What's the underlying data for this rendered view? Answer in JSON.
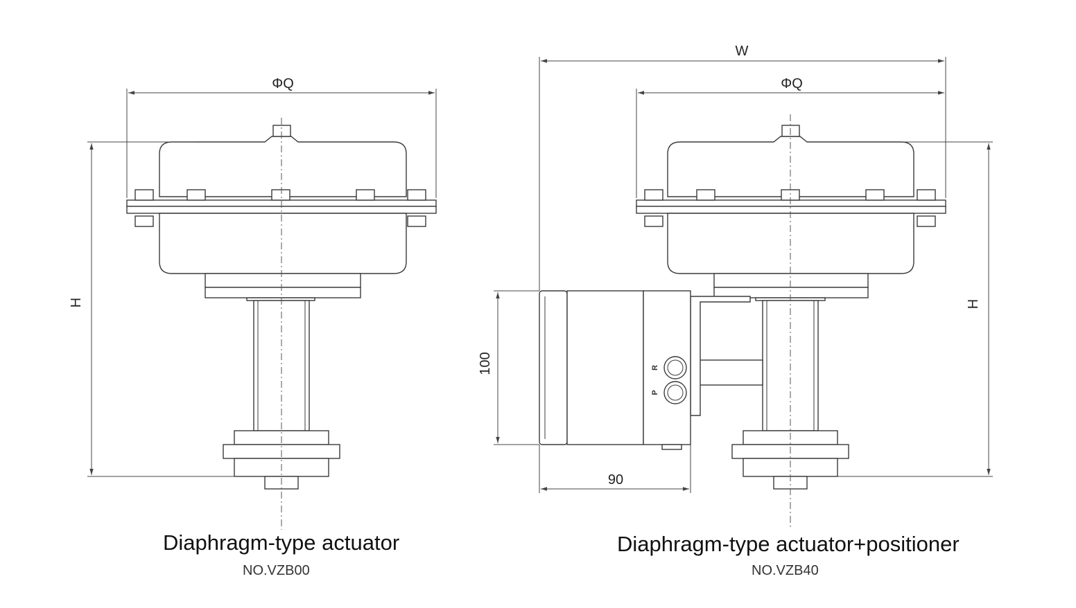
{
  "left": {
    "dim_q": "ΦQ",
    "dim_h": "H",
    "caption": "Diaphragm-type actuator",
    "model": "NO.VZB00"
  },
  "right": {
    "dim_w": "W",
    "dim_q": "ΦQ",
    "dim_h": "H",
    "dim_100": "100",
    "dim_90": "90",
    "port_p": "P",
    "port_r": "R",
    "caption": "Diaphragm-type actuator+positioner",
    "model": "NO.VZB40"
  }
}
